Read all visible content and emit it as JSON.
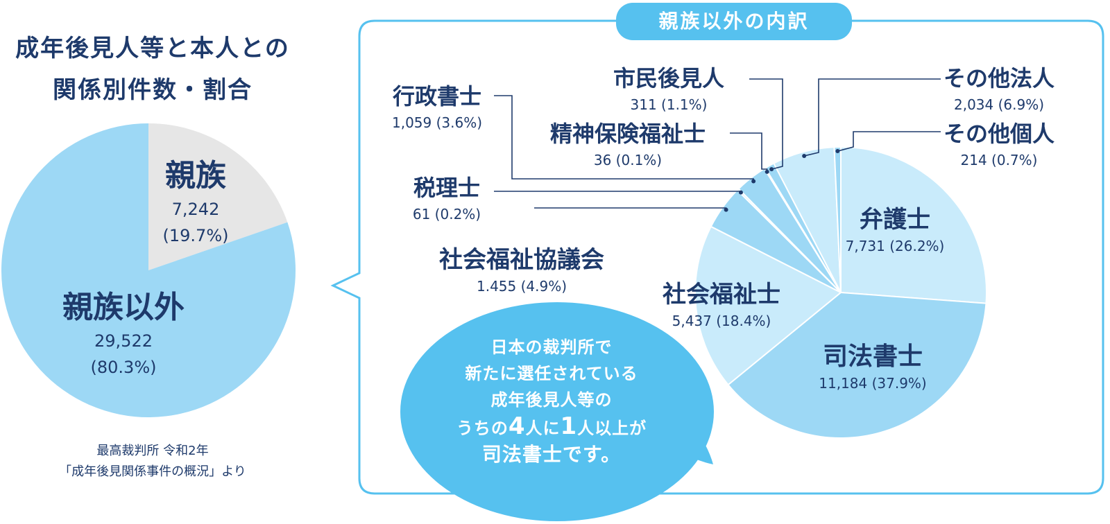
{
  "title_line1": "成年後見人等と本人との",
  "title_line2": "関係別件数・割合",
  "source_line1": "最高裁判所 令和2年",
  "source_line2": "「成年後見関係事件の概況」より",
  "breakdown_header": "親族以外の内訳",
  "callout": {
    "line1": "日本の裁判所で",
    "line2": "新たに選任されている",
    "line3": "成年後見人等の",
    "line4_a": "うちの",
    "line4_b": "4",
    "line4_c": "人に",
    "line4_d": "1",
    "line4_e": "人以上が",
    "line5": "司法書士です。"
  },
  "colors": {
    "navy": "#1e3a6b",
    "light_blue": "#9dd8f5",
    "pale_blue": "#c9ebfb",
    "gray": "#e6e6e6",
    "accent_blue": "#56c1ef"
  },
  "chart_data": [
    {
      "type": "pie",
      "categories": [
        "親族",
        "親族以外"
      ],
      "values": [
        7242,
        29522
      ],
      "value_labels": [
        "7,242",
        "29,522"
      ],
      "percent_labels": [
        "(19.7%)",
        "(80.3%)"
      ]
    },
    {
      "type": "pie",
      "categories": [
        "弁護士",
        "司法書士",
        "社会福祉士",
        "社会福祉協議会",
        "税理士",
        "行政書士",
        "精神保険福祉士",
        "市民後見人",
        "その他法人",
        "その他個人"
      ],
      "values": [
        7731,
        11184,
        5437,
        1455,
        61,
        1059,
        36,
        311,
        2034,
        214
      ],
      "value_labels": [
        "7,731",
        "11,184",
        "5,437",
        "1.455",
        "61",
        "1,059",
        "36",
        "311",
        "2,034",
        "214"
      ],
      "percent_labels": [
        "(26.2%)",
        "(37.9%)",
        "(18.4%)",
        "(4.9%)",
        "(0.2%)",
        "(3.6%)",
        "(0.1%)",
        "(1.1%)",
        "(6.9%)",
        "(0.7%)"
      ]
    }
  ]
}
